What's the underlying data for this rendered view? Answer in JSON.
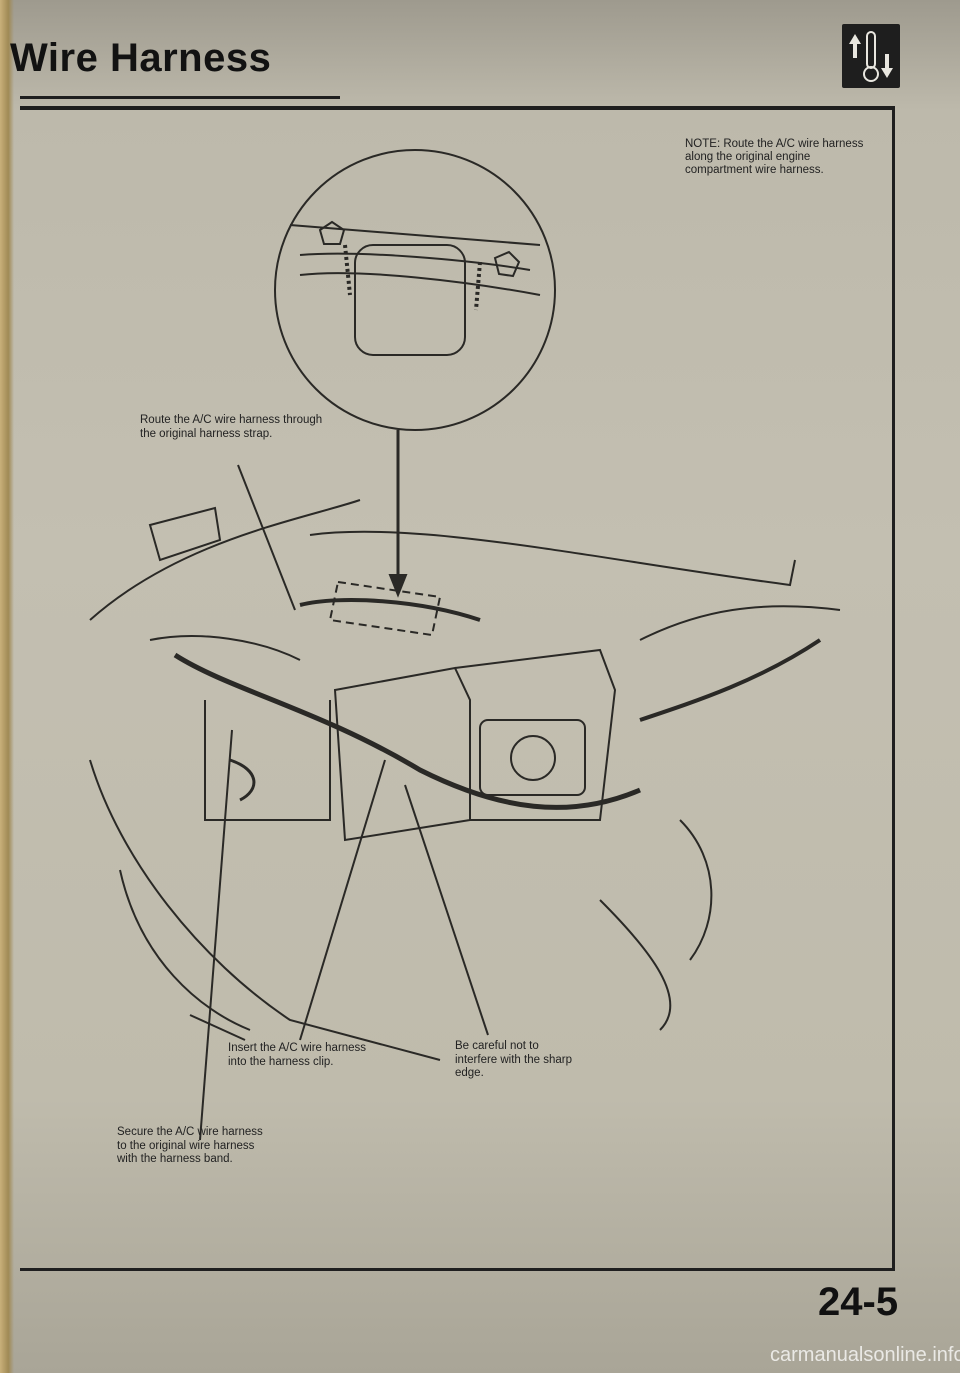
{
  "header": {
    "title": "Wire Harness",
    "badge_icon": "thermometer-icon"
  },
  "note": "NOTE: Route the A/C wire harness along the original engine compartment wire harness.",
  "callouts": {
    "route_strap": "Route the A/C wire harness through the original harness strap.",
    "insert_clip": "Insert the A/C wire harness into the harness clip.",
    "careful_edge": "Be careful not to interfere with the sharp edge.",
    "secure_band": "Secure the A/C wire harness to the original wire harness with the harness band."
  },
  "footer": {
    "page_number": "24-5",
    "watermark": "carmanualsonline.info"
  },
  "colors": {
    "paper": "#c3bfb1",
    "ink": "#1d1c1a",
    "frame": "#1f1f1f"
  }
}
